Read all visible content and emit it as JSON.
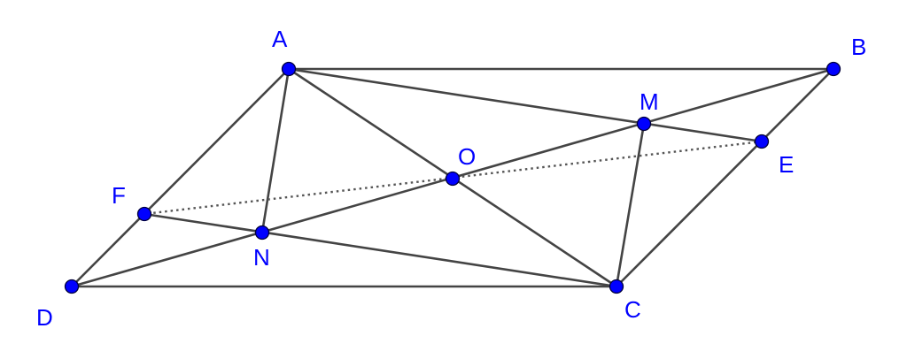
{
  "figure": {
    "points": [
      {
        "id": "A",
        "label": "A"
      },
      {
        "id": "B",
        "label": "B"
      },
      {
        "id": "C",
        "label": "C"
      },
      {
        "id": "D",
        "label": "D"
      },
      {
        "id": "E",
        "label": "E"
      },
      {
        "id": "F",
        "label": "F"
      },
      {
        "id": "M",
        "label": "M"
      },
      {
        "id": "N",
        "label": "N"
      },
      {
        "id": "O",
        "label": "O"
      }
    ],
    "segments": [
      {
        "from": "A",
        "to": "B",
        "style": "solid"
      },
      {
        "from": "B",
        "to": "C",
        "style": "solid"
      },
      {
        "from": "C",
        "to": "D",
        "style": "solid"
      },
      {
        "from": "D",
        "to": "A",
        "style": "solid"
      },
      {
        "from": "A",
        "to": "C",
        "style": "solid"
      },
      {
        "from": "B",
        "to": "D",
        "style": "solid"
      },
      {
        "from": "A",
        "to": "N",
        "style": "solid"
      },
      {
        "from": "A",
        "to": "E",
        "style": "solid"
      },
      {
        "from": "C",
        "to": "F",
        "style": "solid"
      },
      {
        "from": "C",
        "to": "M",
        "style": "solid"
      },
      {
        "from": "E",
        "to": "F",
        "style": "dotted"
      }
    ],
    "colors": {
      "point_fill": "#0000ff",
      "label_color": "#0000ff",
      "segment_color": "#444444"
    }
  }
}
